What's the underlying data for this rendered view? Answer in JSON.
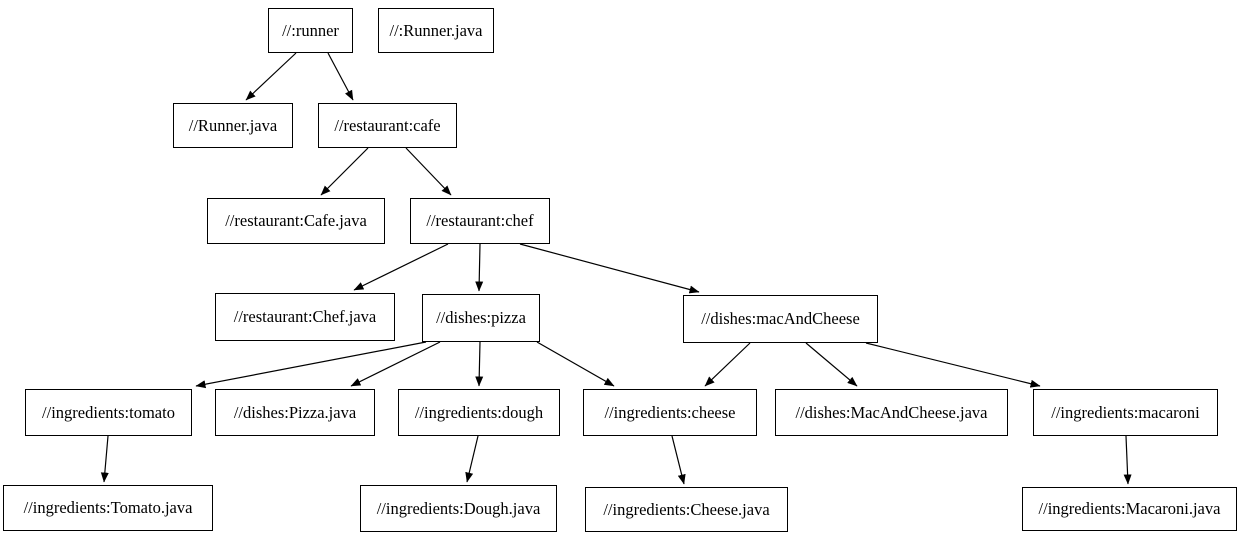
{
  "graph": {
    "title": "build-target-dependency-graph",
    "type": "directed-graph",
    "colors": {
      "background": "#ffffff",
      "node_fill": "#ffffff",
      "node_border": "#000000",
      "edge": "#000000",
      "text": "#000000"
    },
    "nodes": {
      "runner": {
        "label": "//:runner"
      },
      "runner_java_top": {
        "label": "//:Runner.java"
      },
      "runner_java": {
        "label": "//Runner.java"
      },
      "cafe": {
        "label": "//restaurant:cafe"
      },
      "cafe_java": {
        "label": "//restaurant:Cafe.java"
      },
      "chef": {
        "label": "//restaurant:chef"
      },
      "chef_java": {
        "label": "//restaurant:Chef.java"
      },
      "pizza": {
        "label": "//dishes:pizza"
      },
      "mac_and_cheese": {
        "label": "//dishes:macAndCheese"
      },
      "tomato": {
        "label": "//ingredients:tomato"
      },
      "pizza_java": {
        "label": "//dishes:Pizza.java"
      },
      "dough": {
        "label": "//ingredients:dough"
      },
      "cheese": {
        "label": "//ingredients:cheese"
      },
      "mac_and_cheese_java": {
        "label": "//dishes:MacAndCheese.java"
      },
      "macaroni": {
        "label": "//ingredients:macaroni"
      },
      "tomato_java": {
        "label": "//ingredients:Tomato.java"
      },
      "dough_java": {
        "label": "//ingredients:Dough.java"
      },
      "cheese_java": {
        "label": "//ingredients:Cheese.java"
      },
      "macaroni_java": {
        "label": "//ingredients:Macaroni.java"
      }
    },
    "edges": [
      {
        "from": "//:runner",
        "to": "//Runner.java"
      },
      {
        "from": "//:runner",
        "to": "//restaurant:cafe"
      },
      {
        "from": "//restaurant:cafe",
        "to": "//restaurant:Cafe.java"
      },
      {
        "from": "//restaurant:cafe",
        "to": "//restaurant:chef"
      },
      {
        "from": "//restaurant:chef",
        "to": "//restaurant:Chef.java"
      },
      {
        "from": "//restaurant:chef",
        "to": "//dishes:pizza"
      },
      {
        "from": "//restaurant:chef",
        "to": "//dishes:macAndCheese"
      },
      {
        "from": "//dishes:pizza",
        "to": "//ingredients:tomato"
      },
      {
        "from": "//dishes:pizza",
        "to": "//dishes:Pizza.java"
      },
      {
        "from": "//dishes:pizza",
        "to": "//ingredients:dough"
      },
      {
        "from": "//dishes:pizza",
        "to": "//ingredients:cheese"
      },
      {
        "from": "//dishes:macAndCheese",
        "to": "//ingredients:cheese"
      },
      {
        "from": "//dishes:macAndCheese",
        "to": "//dishes:MacAndCheese.java"
      },
      {
        "from": "//dishes:macAndCheese",
        "to": "//ingredients:macaroni"
      },
      {
        "from": "//ingredients:tomato",
        "to": "//ingredients:Tomato.java"
      },
      {
        "from": "//ingredients:dough",
        "to": "//ingredients:Dough.java"
      },
      {
        "from": "//ingredients:cheese",
        "to": "//ingredients:Cheese.java"
      },
      {
        "from": "//ingredients:macaroni",
        "to": "//ingredients:Macaroni.java"
      }
    ]
  }
}
